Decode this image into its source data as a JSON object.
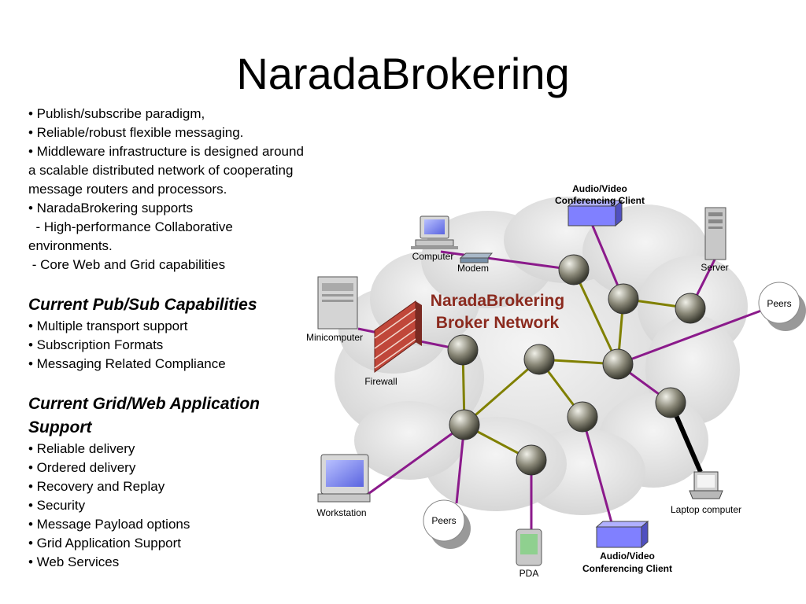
{
  "title": "NaradaBrokering",
  "intro_lines": [
    "• Publish/subscribe paradigm,",
    "• Reliable/robust flexible messaging.",
    "• Middleware infrastructure is designed around",
    "a scalable distributed network of cooperating",
    "message routers and processors.",
    "• NaradaBrokering supports",
    "  - High-performance Collaborative",
    "environments.",
    " - Core Web and Grid capabilities"
  ],
  "pubsub": {
    "heading": "Current Pub/Sub Capabilities",
    "items": [
      "• Multiple transport support",
      "• Subscription Formats",
      "• Messaging Related Compliance"
    ]
  },
  "gridweb": {
    "heading": "Current Grid/Web Application Support",
    "items": [
      "• Reliable delivery",
      "• Ordered delivery",
      "• Recovery and Replay",
      "• Security",
      "• Message Payload options",
      "• Grid Application Support",
      "• Web Services"
    ]
  },
  "diagram": {
    "cloud_title_line1": "NaradaBrokering",
    "cloud_title_line2": "Broker Network",
    "labels": {
      "av_top_line1": "Audio/Video",
      "av_top_line2": "Conferencing Client",
      "computer": "Computer",
      "modem": "Modem",
      "server": "Server",
      "peers_right": "Peers",
      "minicomputer": "Minicomputer",
      "firewall": "Firewall",
      "workstation": "Workstation",
      "peers_bottom": "Peers",
      "pda": "PDA",
      "av_bottom_line1": "Audio/Video",
      "av_bottom_line2": "Conferencing Client",
      "laptop": "Laptop computer"
    },
    "colors": {
      "client_link": "#8B1A8B",
      "broker_link": "#808000",
      "laptop_link": "#000000",
      "cloud": "#e2e2e2",
      "cloud_title": "#8B2A1E",
      "av_box": "#8080ff"
    }
  }
}
